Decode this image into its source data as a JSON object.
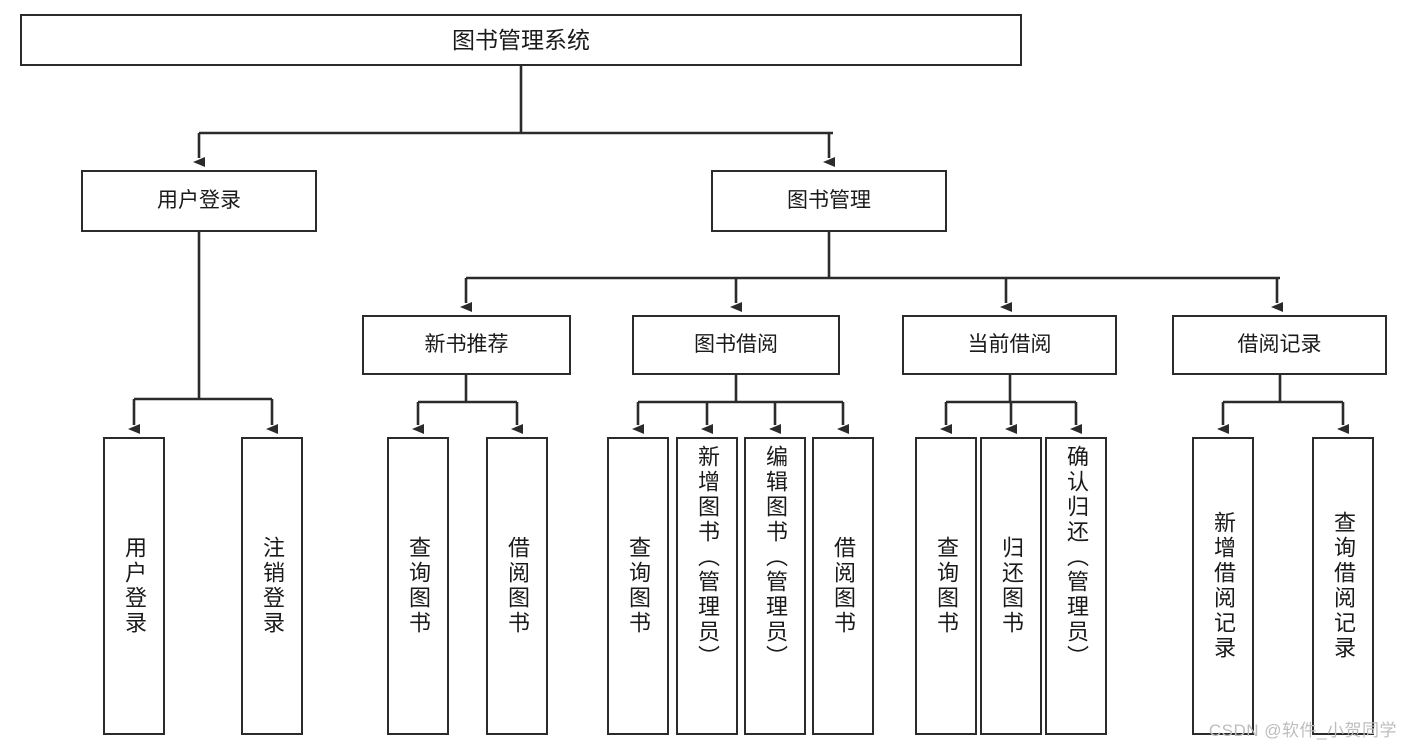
{
  "diagram": {
    "title": "图书管理系统",
    "type": "tree-hierarchy",
    "watermark": "CSDN @软件_小贺同学",
    "colors": {
      "box_border": "#2b2b2b",
      "box_fill": "#ffffff",
      "text": "#1a1a1a",
      "edge": "#2b2b2b",
      "watermark": "#bdbdbd"
    },
    "root": {
      "label": "图书管理系统"
    },
    "level1": [
      {
        "label": "用户登录"
      },
      {
        "label": "图书管理"
      }
    ],
    "level2": [
      {
        "label": "新书推荐"
      },
      {
        "label": "图书借阅"
      },
      {
        "label": "当前借阅"
      },
      {
        "label": "借阅记录"
      }
    ],
    "leaves": {
      "user_login": [
        {
          "label": "用户登录"
        },
        {
          "label": "注销登录"
        }
      ],
      "new_recommend": [
        {
          "label": "查询图书"
        },
        {
          "label": "借阅图书"
        }
      ],
      "book_borrow": [
        {
          "label": "查询图书"
        },
        {
          "label": "新增图书（管理员）"
        },
        {
          "label": "编辑图书（管理员）"
        },
        {
          "label": "借阅图书"
        }
      ],
      "current_borrow": [
        {
          "label": "查询图书"
        },
        {
          "label": "归还图书"
        },
        {
          "label": "确认归还（管理员）"
        }
      ],
      "borrow_record": [
        {
          "label": "新增借阅记录"
        },
        {
          "label": "查询借阅记录"
        }
      ]
    }
  }
}
